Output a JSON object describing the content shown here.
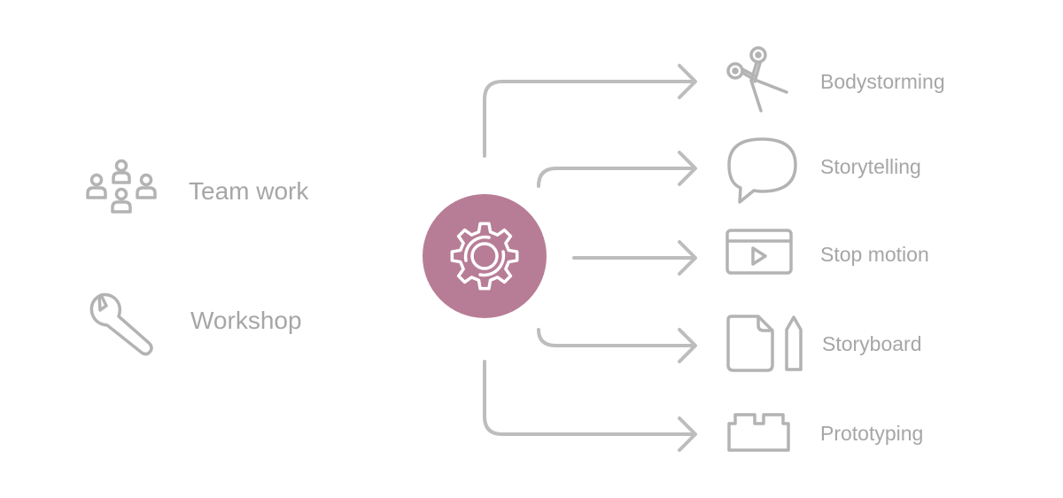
{
  "colors": {
    "line": "#bdbdbd",
    "icon": "#b3b3b3",
    "label": "#a6a6a6",
    "hub": "#b87d96",
    "hub_icon": "#ffffff"
  },
  "inputs": [
    {
      "label": "Team work",
      "icon": "team-icon"
    },
    {
      "label": "Workshop",
      "icon": "wrench-icon"
    }
  ],
  "hub": {
    "icon": "gear-icon"
  },
  "outputs": [
    {
      "label": "Bodystorming",
      "icon": "scissors-icon"
    },
    {
      "label": "Storytelling",
      "icon": "speech-bubble-icon"
    },
    {
      "label": "Stop motion",
      "icon": "video-player-icon"
    },
    {
      "label": "Storyboard",
      "icon": "document-pencil-icon"
    },
    {
      "label": "Prototyping",
      "icon": "lego-brick-icon"
    }
  ]
}
